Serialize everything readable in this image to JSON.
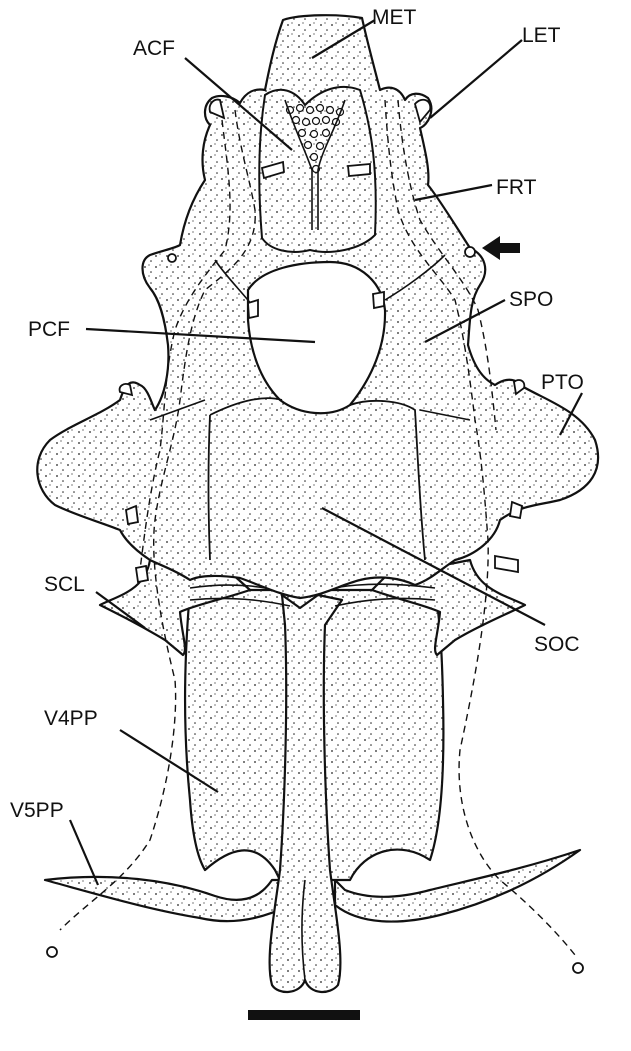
{
  "labels": {
    "met": "MET",
    "acf": "ACF",
    "let": "LET",
    "frt": "FRT",
    "pcf": "PCF",
    "spo": "SPO",
    "pto": "PTO",
    "scl": "SCL",
    "soc": "SOC",
    "v4pp": "V4PP",
    "v5pp": "V5PP"
  }
}
